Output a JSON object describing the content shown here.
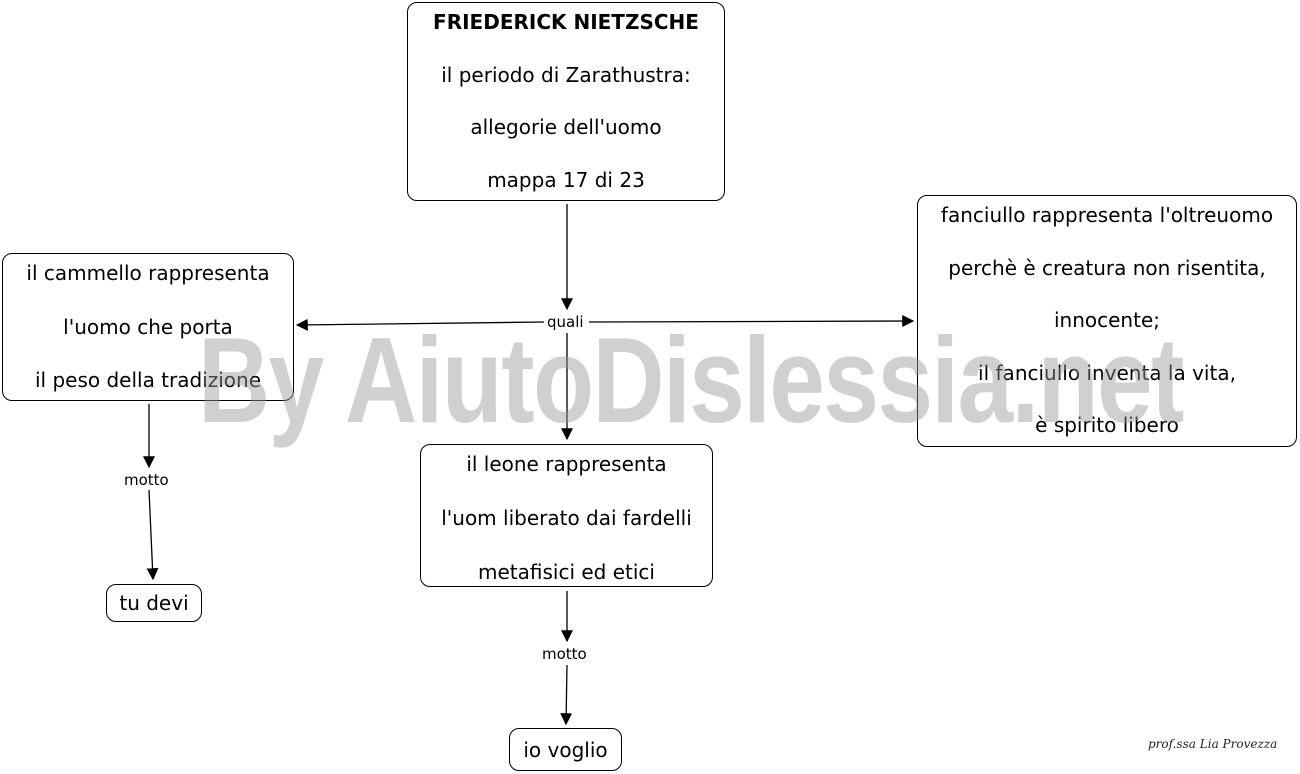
{
  "nodes": {
    "title": {
      "heading": "FRIEDERICK NIETZSCHE",
      "lines": [
        "il periodo di Zarathustra:",
        "allegorie dell'uomo",
        "mappa 17 di 23"
      ]
    },
    "camel": {
      "lines": [
        "il  cammello rappresenta",
        "l'uomo che porta",
        "il peso della tradizione"
      ]
    },
    "child": {
      "lines": [
        "fanciullo rappresenta l'oltreuomo",
        "perchè è creatura non risentita,",
        "innocente;",
        "il fanciullo inventa la vita,",
        "è spirito libero"
      ]
    },
    "lion": {
      "lines": [
        "il  leone rappresenta",
        "l'uom liberato dai fardelli",
        "metafisici ed etici"
      ]
    },
    "tu_devi": "tu devi",
    "io_voglio": "io voglio"
  },
  "link_labels": {
    "quali": "quali",
    "motto_camel": "motto",
    "motto_lion": "motto"
  },
  "watermark": "By AiutoDislessia.net",
  "author": "prof.ssa Lia Provezza",
  "colors": {
    "stroke": "#000000",
    "background": "#ffffff",
    "watermark": "#969696"
  }
}
